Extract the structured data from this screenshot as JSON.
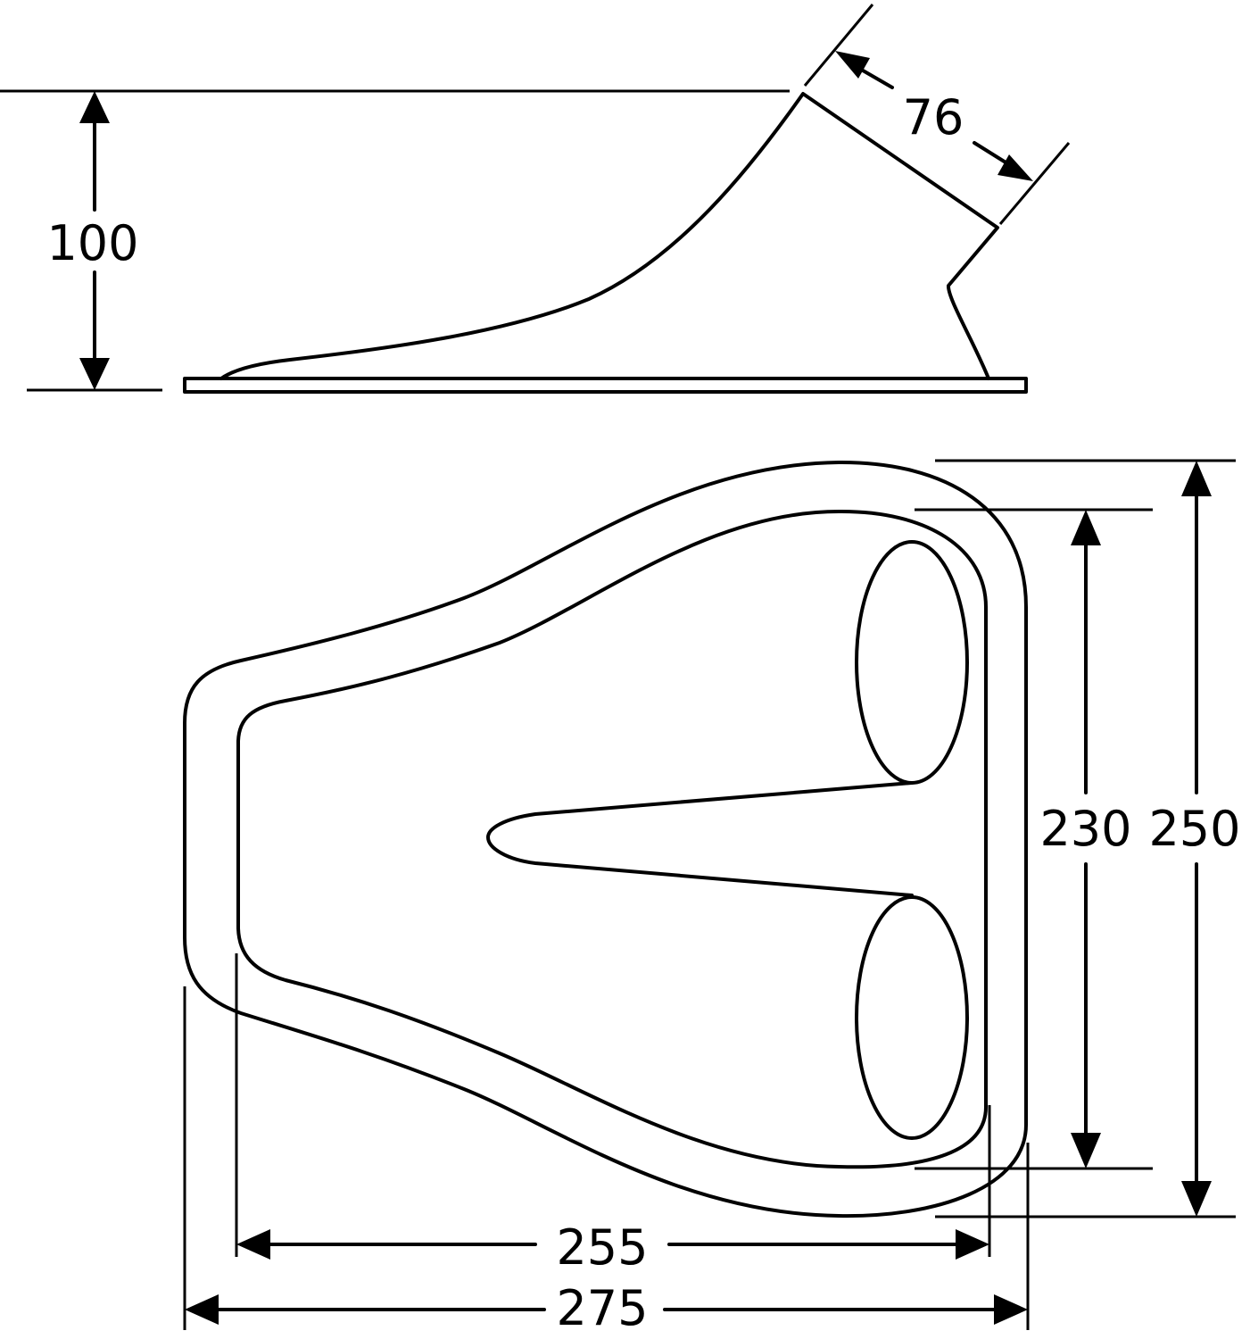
{
  "colors": {
    "line": "#000000",
    "background": "#ffffff"
  },
  "side_view": {
    "height_label": "100",
    "outlet_label": "76"
  },
  "plan_view": {
    "inner_height_label": "230",
    "outer_height_label": "250",
    "inner_width_label": "255",
    "outer_width_label": "275"
  }
}
